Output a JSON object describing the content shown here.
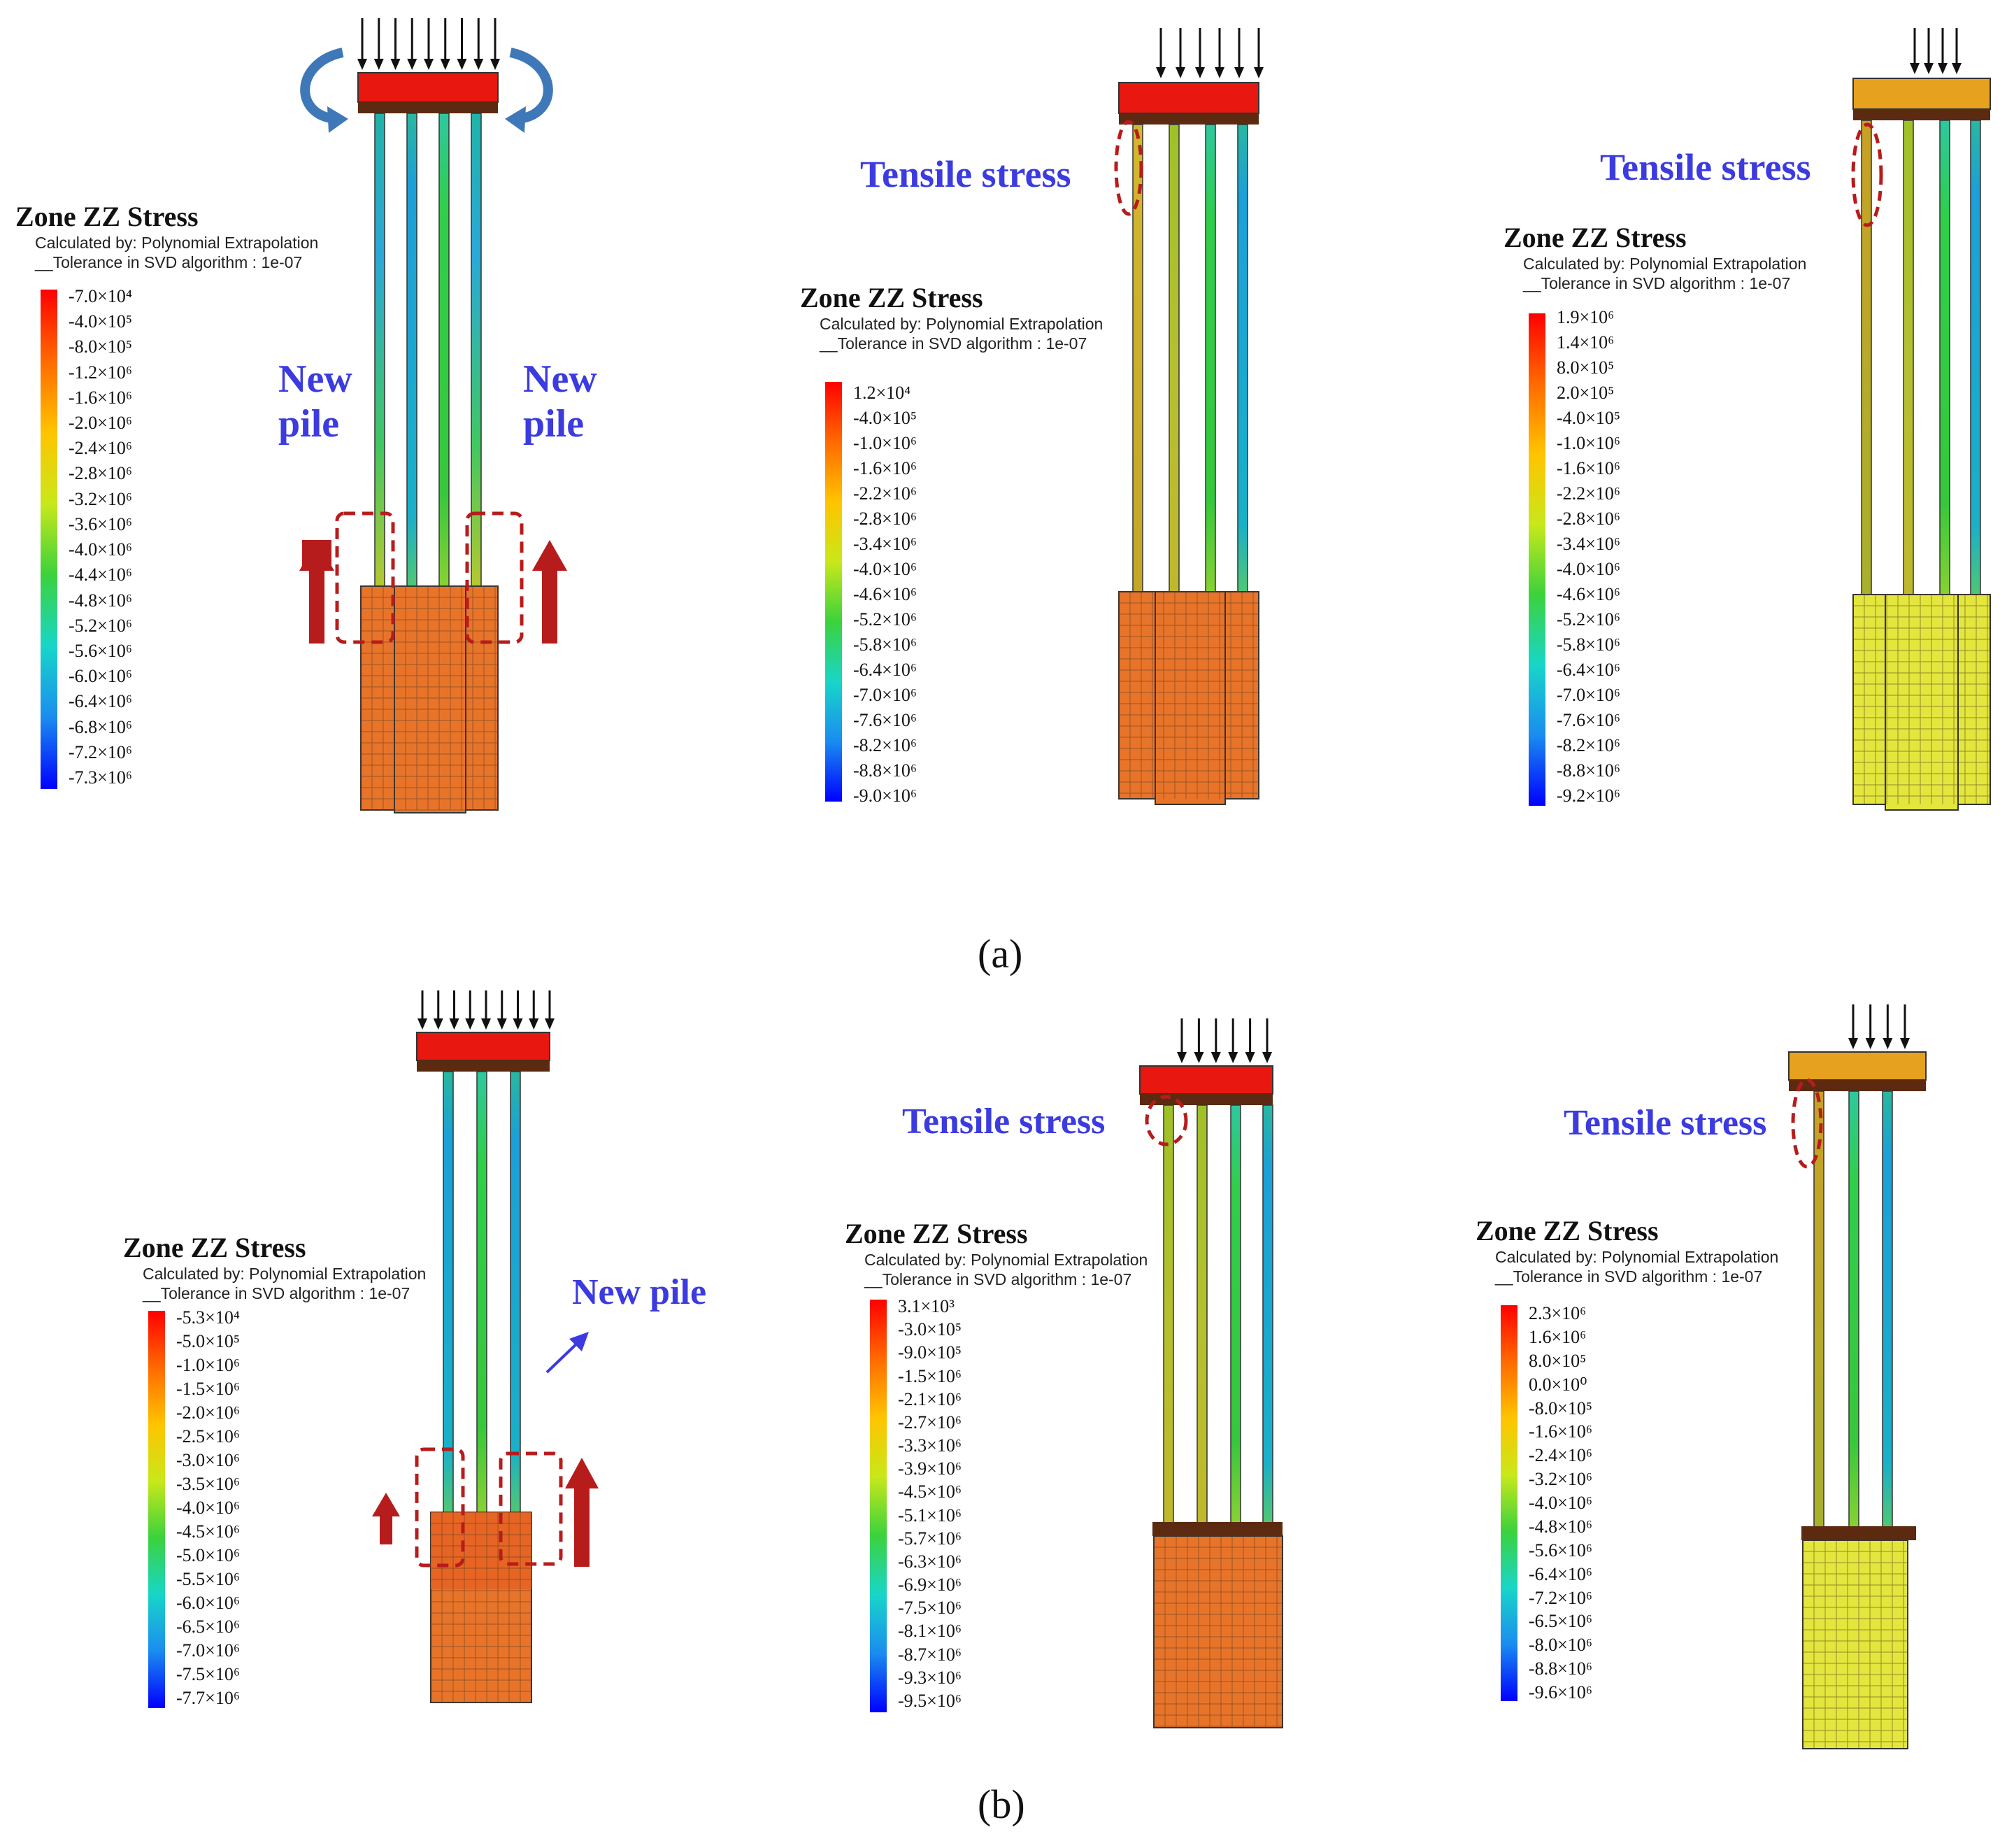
{
  "colors": {
    "annotation_text": "#3b3be0",
    "dashed_outline": "#b71c1c",
    "arrow_red": "#b71c1c",
    "moment_arrow": "#3f78b8",
    "mesh_line": "#333333",
    "cap_red": "#e8170f",
    "cap_orange": "#e6a21e",
    "soil_orange": "#e8742a",
    "soil_yellow": "#e3e63d",
    "colormap": [
      "#ff0000",
      "#ff6a00",
      "#ffc400",
      "#c8e81a",
      "#3cd23c",
      "#18d6c8",
      "#1a8cf0",
      "#0000ff"
    ]
  },
  "legend_common": {
    "title": "Zone ZZ Stress",
    "calculated_by": "Calculated by: Polynomial Extrapolation",
    "tolerance": "__Tolerance in SVD algorithm : 1e-07"
  },
  "panels": {
    "a1": {
      "ticks": [
        "-7.0×10⁴",
        "-4.0×10⁵",
        "-8.0×10⁵",
        "-1.2×10⁶",
        "-1.6×10⁶",
        "-2.0×10⁶",
        "-2.4×10⁶",
        "-2.8×10⁶",
        "-3.2×10⁶",
        "-3.6×10⁶",
        "-4.0×10⁶",
        "-4.4×10⁶",
        "-4.8×10⁶",
        "-5.2×10⁶",
        "-5.6×10⁶",
        "-6.0×10⁶",
        "-6.4×10⁶",
        "-6.8×10⁶",
        "-7.2×10⁶",
        "-7.3×10⁶"
      ],
      "annotation_left": [
        "New",
        "pile"
      ],
      "annotation_right": [
        "New",
        "pile"
      ]
    },
    "a2": {
      "ticks": [
        "1.2×10⁴",
        "-4.0×10⁵",
        "-1.0×10⁶",
        "-1.6×10⁶",
        "-2.2×10⁶",
        "-2.8×10⁶",
        "-3.4×10⁶",
        "-4.0×10⁶",
        "-4.6×10⁶",
        "-5.2×10⁶",
        "-5.8×10⁶",
        "-6.4×10⁶",
        "-7.0×10⁶",
        "-7.6×10⁶",
        "-8.2×10⁶",
        "-8.8×10⁶",
        "-9.0×10⁶"
      ],
      "annotation": "Tensile stress"
    },
    "a3": {
      "ticks": [
        "1.9×10⁶",
        "1.4×10⁶",
        "8.0×10⁵",
        "2.0×10⁵",
        "-4.0×10⁵",
        "-1.0×10⁶",
        "-1.6×10⁶",
        "-2.2×10⁶",
        "-2.8×10⁶",
        "-3.4×10⁶",
        "-4.0×10⁶",
        "-4.6×10⁶",
        "-5.2×10⁶",
        "-5.8×10⁶",
        "-6.4×10⁶",
        "-7.0×10⁶",
        "-7.6×10⁶",
        "-8.2×10⁶",
        "-8.8×10⁶",
        "-9.2×10⁶"
      ],
      "annotation": "Tensile stress"
    },
    "b1": {
      "ticks": [
        "-5.3×10⁴",
        "-5.0×10⁵",
        "-1.0×10⁶",
        "-1.5×10⁶",
        "-2.0×10⁶",
        "-2.5×10⁶",
        "-3.0×10⁶",
        "-3.5×10⁶",
        "-4.0×10⁶",
        "-4.5×10⁶",
        "-5.0×10⁶",
        "-5.5×10⁶",
        "-6.0×10⁶",
        "-6.5×10⁶",
        "-7.0×10⁶",
        "-7.5×10⁶",
        "-7.7×10⁶"
      ],
      "annotation": "New pile"
    },
    "b2": {
      "ticks": [
        "3.1×10³",
        "-3.0×10⁵",
        "-9.0×10⁵",
        "-1.5×10⁶",
        "-2.1×10⁶",
        "-2.7×10⁶",
        "-3.3×10⁶",
        "-3.9×10⁶",
        "-4.5×10⁶",
        "-5.1×10⁶",
        "-5.7×10⁶",
        "-6.3×10⁶",
        "-6.9×10⁶",
        "-7.5×10⁶",
        "-8.1×10⁶",
        "-8.7×10⁶",
        "-9.3×10⁶",
        "-9.5×10⁶"
      ],
      "annotation": "Tensile stress"
    },
    "b3": {
      "ticks": [
        "2.3×10⁶",
        "1.6×10⁶",
        "8.0×10⁵",
        "0.0×10⁰",
        "-8.0×10⁵",
        "-1.6×10⁶",
        "-2.4×10⁶",
        "-3.2×10⁶",
        "-4.0×10⁶",
        "-4.8×10⁶",
        "-5.6×10⁶",
        "-6.4×10⁶",
        "-7.2×10⁶",
        "-6.5×10⁶",
        "-8.0×10⁶",
        "-8.8×10⁶",
        "-9.6×10⁶"
      ],
      "annotation": "Tensile stress"
    }
  },
  "captions": {
    "a": "(a)",
    "b": "(b)"
  }
}
